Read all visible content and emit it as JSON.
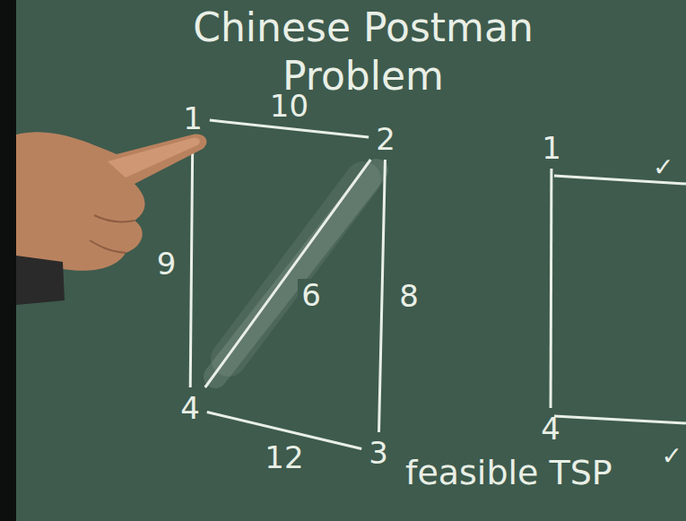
{
  "diagram": {
    "title": "Chinese Postman Problem",
    "nodes": [
      {
        "text": [
          "1"
        ]
      },
      {
        "text": [
          "2"
        ]
      },
      {
        "text": [
          "3"
        ]
      },
      {
        "text": [
          "4"
        ]
      },
      {
        "text": [
          "1"
        ]
      },
      {
        "text": [
          "4"
        ]
      }
    ],
    "edges": [
      {
        "from": 0,
        "to": 1,
        "label": "10",
        "arrow": "none"
      },
      {
        "from": 1,
        "to": 2,
        "label": "8",
        "arrow": "none"
      },
      {
        "from": 2,
        "to": 3,
        "label": "12",
        "arrow": "none"
      },
      {
        "from": 3,
        "to": 0,
        "label": "9",
        "arrow": "none"
      },
      {
        "from": 1,
        "to": 3,
        "label": "6",
        "arrow": "none"
      },
      {
        "from": 4,
        "to": 5,
        "arrow": "none"
      }
    ],
    "labels": [
      "feasible TSP",
      "✓",
      "✓"
    ]
  }
}
